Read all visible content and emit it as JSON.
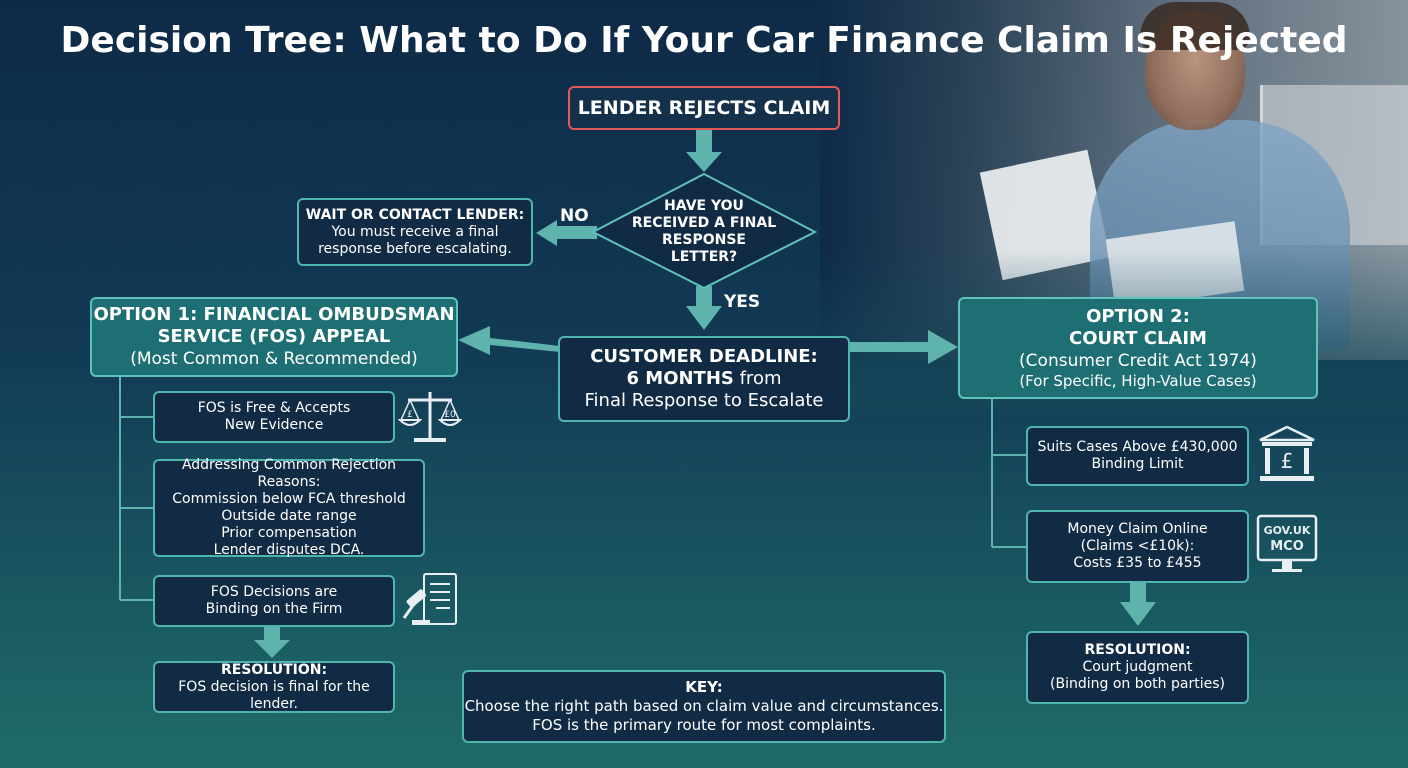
{
  "title": "Decision Tree: What to Do If Your Car Finance Claim Is Rejected",
  "start": "LENDER REJECTS CLAIM",
  "decision": {
    "l1": "HAVE YOU",
    "l2": "RECEIVED A FINAL",
    "l3": "RESPONSE",
    "l4": "LETTER?"
  },
  "no_label": "NO",
  "yes_label": "YES",
  "wait": {
    "title": "WAIT OR CONTACT LENDER:",
    "l1": "You must receive a final",
    "l2": "response before escalating."
  },
  "deadline": {
    "title": "CUSTOMER DEADLINE:",
    "bold": "6 MONTHS",
    "rest": " from",
    "l3": "Final Response to Escalate"
  },
  "option1": {
    "title1": "OPTION 1: FINANCIAL OMBUDSMAN",
    "title2": "SERVICE (FOS) APPEAL",
    "sub": "(Most Common & Recommended)",
    "items": [
      {
        "l1": "FOS is Free & Accepts",
        "l2": "New Evidence"
      },
      {
        "l1": "Addressing Common Rejection Reasons:",
        "l2": "Commission below FCA threshold",
        "l3": "Outside date range",
        "l4": "Prior compensation",
        "l5": "Lender disputes DCA."
      },
      {
        "l1": "FOS Decisions are",
        "l2": "Binding on the Firm"
      }
    ],
    "resolution_title": "RESOLUTION:",
    "resolution_text": "FOS decision is final for the lender."
  },
  "option2": {
    "title1": "OPTION 2:",
    "title2": "COURT CLAIM",
    "sub1": "(Consumer Credit Act 1974)",
    "sub2": "(For Specific, High-Value Cases)",
    "items": [
      {
        "l1": "Suits Cases Above £430,000",
        "l2": "Binding Limit"
      },
      {
        "l1": "Money Claim Online",
        "l2": "(Claims <£10k):",
        "l3": "Costs £35 to £455"
      }
    ],
    "resolution_title": "RESOLUTION:",
    "resolution_l1": "Court judgment",
    "resolution_l2": "(Binding on both parties)"
  },
  "monitor_text": {
    "l1": "GOV.UK",
    "l2": "MCO"
  },
  "scale_text": {
    "left": "£",
    "right": "£0"
  },
  "bank_text": "£",
  "key": {
    "title": "KEY:",
    "l1": "Choose the right path based on claim value and circumstances.",
    "l2": "FOS is the primary route for most complaints."
  },
  "colors": {
    "accent": "#5fc3bb",
    "dark_box": "#122b44",
    "teal_box": "#1e6f73",
    "alert": "#e05a5a"
  }
}
